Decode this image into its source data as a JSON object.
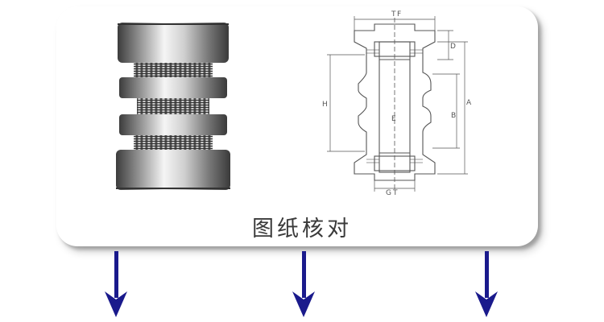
{
  "caption": {
    "text": "图纸核对"
  },
  "drawing_labels": {
    "T": "T",
    "F": "F",
    "D": "D",
    "H": "H",
    "A": "A",
    "B": "B",
    "E": "E",
    "G": "G"
  },
  "colors": {
    "arrow": "#1a1a8c",
    "card_bg": "#ffffff",
    "metal_dark": "#555555",
    "metal_light": "#f4f4f4"
  },
  "icons": {
    "arrows": [
      "arrow-down-icon",
      "arrow-down-icon",
      "arrow-down-icon"
    ]
  }
}
